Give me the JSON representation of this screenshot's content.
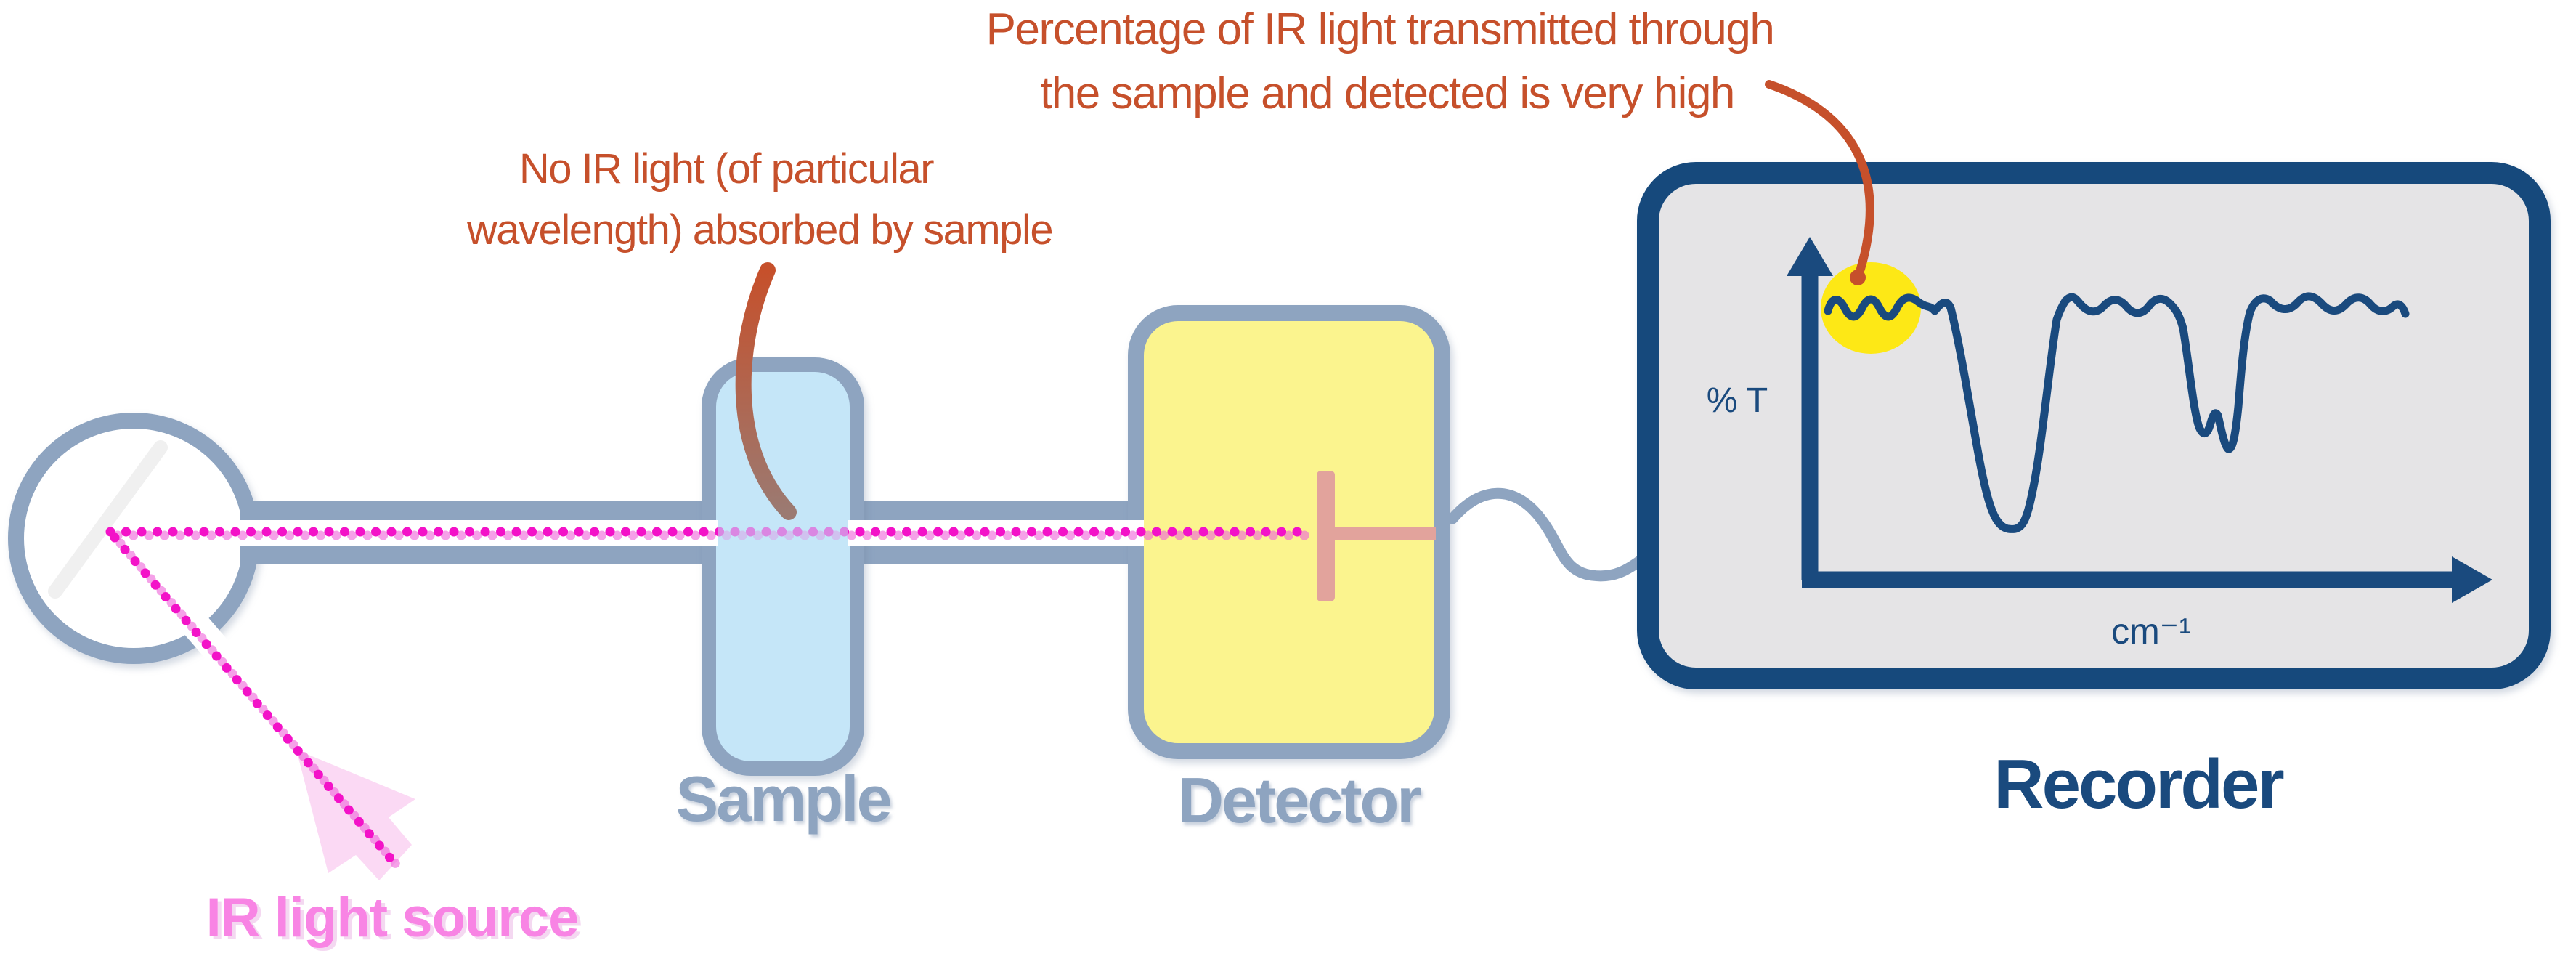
{
  "colors": {
    "steel": "#8ea4c0",
    "mirror": "#f0f0f0",
    "sample_fill": "#c5e6f8",
    "detector_fill": "#fbf48e",
    "salmon": "#e2a39c",
    "navy": "#16497c",
    "navy_line": "#1a4a7e",
    "plot_bg": "#e5e4e6",
    "highlight": "#fde816",
    "magenta": "#f312c8",
    "magenta_soft": "#ef63d8",
    "pink_label": "#f884e4",
    "pink_arrow": "#fbd9f4",
    "orange": "#c6502b",
    "brown": "#9b7a72"
  },
  "annotations": {
    "transmitted": {
      "line1": "Percentage of IR light transmitted through",
      "line2": "the sample and detected is very high"
    },
    "absorbed": {
      "line1": "No IR light (of particular",
      "line2": "wavelength) absorbed by sample"
    }
  },
  "labels": {
    "source": "IR light source",
    "sample": "Sample",
    "detector": "Detector",
    "recorder": "Recorder"
  },
  "plot": {
    "ylabel": "% T",
    "xlabel": "cm⁻¹"
  },
  "chart_data": {
    "type": "line",
    "title": "",
    "xlabel": "cm⁻¹",
    "ylabel": "% T",
    "legend": false,
    "gridlines": false,
    "axis_style": "arrow axes, no tick labels (qualitative sketch)",
    "series": [
      {
        "name": "IR transmittance sketch",
        "x_norm": [
          0.0,
          0.04,
          0.08,
          0.12,
          0.16,
          0.18,
          0.22,
          0.28,
          0.31,
          0.36,
          0.4,
          0.45,
          0.5,
          0.55,
          0.59,
          0.62,
          0.645,
          0.66,
          0.675,
          0.69,
          0.72,
          0.76,
          0.8,
          0.85,
          0.9,
          0.95,
          1.0
        ],
        "t_percent": [
          88,
          91,
          87,
          91,
          88,
          90,
          60,
          18,
          20,
          85,
          90,
          87,
          90,
          87,
          88,
          50,
          44,
          51,
          40,
          52,
          88,
          91,
          87,
          90,
          88,
          89,
          85
        ]
      }
    ],
    "annotations": [
      {
        "text": "yellow ellipse highlight over the initial high-transmittance wiggles",
        "x_norm_range": [
          0.0,
          0.16
        ]
      }
    ]
  }
}
